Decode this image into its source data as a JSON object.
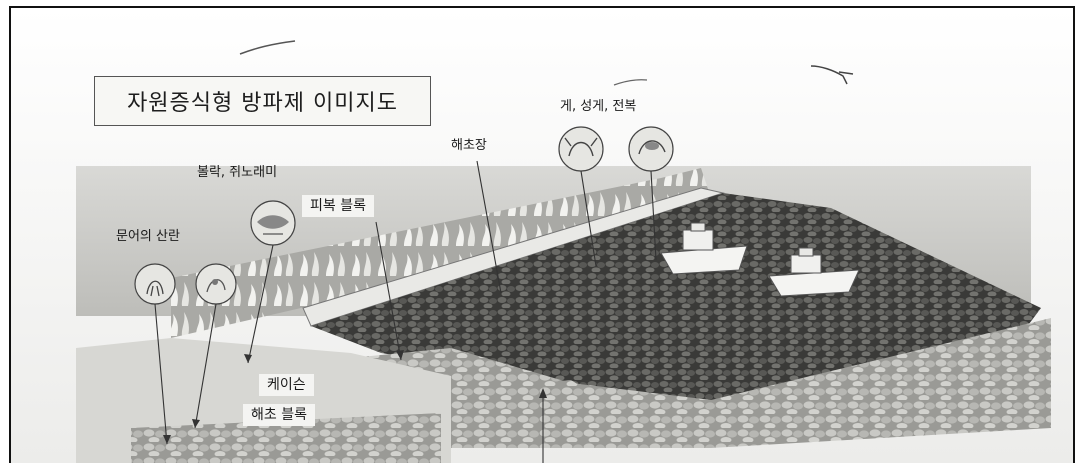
{
  "title": "자원증식형 방파제 이미지도",
  "labels": {
    "crab_urchin_abalone": "게, 성게, 전복",
    "seaweed_bed": "해초장",
    "rockfish_sebastes": "볼락, 쥐노래미",
    "armor_block": "피복 블록",
    "octopus_spawning": "문어의 산란",
    "caisson": "케이슨",
    "seaweed_block": "해초 블록"
  }
}
